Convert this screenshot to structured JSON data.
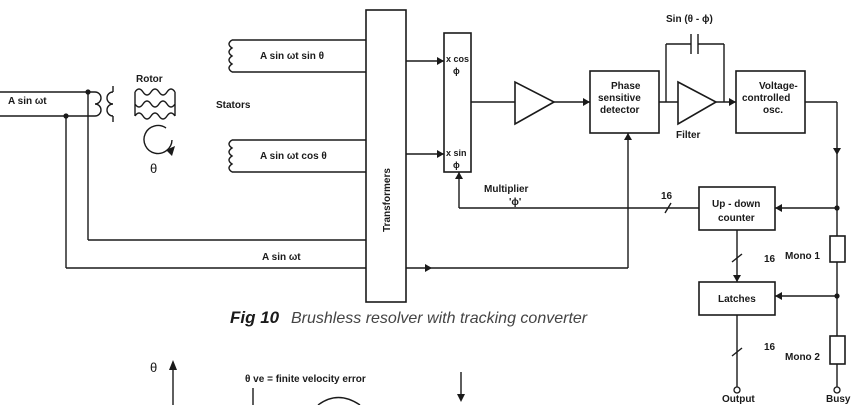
{
  "input_label": "A sin ωt",
  "rotor_label": "Rotor",
  "rotor_angle_symbol": "θ",
  "stators_label": "Stators",
  "stator_sin_label": "A sin ωt sin θ",
  "stator_cos_label": "A sin ωt cos θ",
  "reference_label": "A sin ωt",
  "transformers_label": "Transformers",
  "multiplier": {
    "cos_line1": "x cos",
    "cos_line2": "ϕ",
    "sin_line1": "x sin",
    "sin_line2": "ϕ",
    "label": "Multiplier",
    "sublabel": "'ϕ'"
  },
  "phase_detector": [
    "Phase",
    "sensitive",
    "detector"
  ],
  "feedback_label": "Sin (θ - ϕ)",
  "filter_label": "Filter",
  "vco": [
    "Voltage-",
    "controlled",
    "osc."
  ],
  "counter": [
    "Up - down",
    "counter"
  ],
  "bus_width_main": "16",
  "bus_width_latch": "16",
  "bus_width_output": "16",
  "latches_label": "Latches",
  "mono1_label": "Mono 1",
  "mono2_label": "Mono 2",
  "output_label": "Output",
  "busy_label": "Busy",
  "caption": {
    "prefix": "Fig 10",
    "text": "Brushless resolver with tracking converter"
  },
  "graph": {
    "y_axis_symbol": "θ",
    "annotation": "θ ve = finite velocity error"
  }
}
